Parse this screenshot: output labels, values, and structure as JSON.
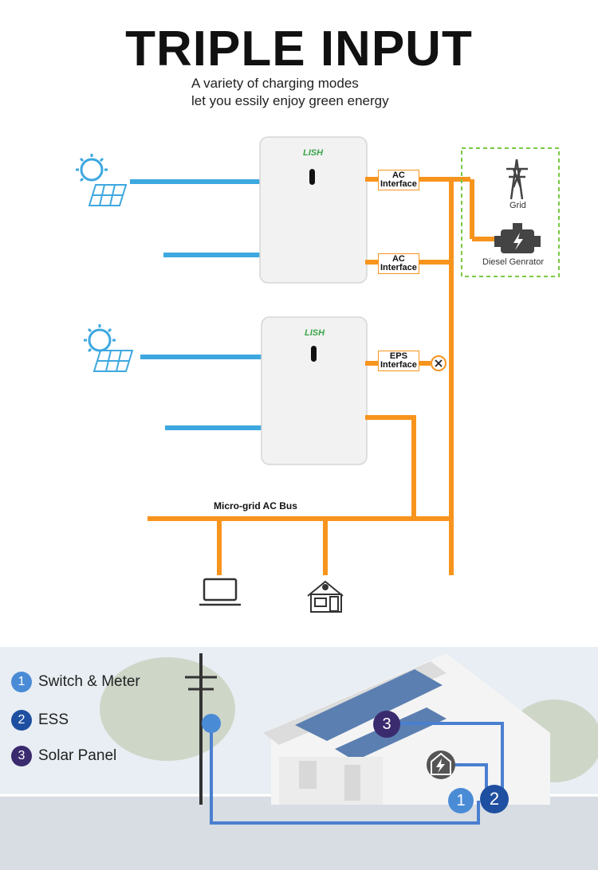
{
  "header": {
    "title": "TRIPLE INPUT",
    "subtitle_line1": "A variety of charging modes",
    "subtitle_line2": "let you essily enjoy green energy"
  },
  "diagram": {
    "battery_brand": "LISH",
    "labels": {
      "ac_interface_1_a": "AC",
      "ac_interface_1_b": "Interface",
      "ac_interface_2_a": "AC",
      "ac_interface_2_b": "Interface",
      "eps_interface_a": "EPS",
      "eps_interface_b": "Interface",
      "grid": "Grid",
      "diesel": "Diesel Genrator",
      "bus": "Micro-grid AC Bus"
    },
    "colors": {
      "solar_line": "#3da8e0",
      "ac_line": "#f7941d",
      "grid_box": "#7ac943"
    }
  },
  "legend": [
    {
      "num": "1",
      "label": "Switch & Meter",
      "color": "#4a8bd6"
    },
    {
      "num": "2",
      "label": "ESS",
      "color": "#1f4fa0"
    },
    {
      "num": "3",
      "label": "Solar Panel",
      "color": "#3a2a6e"
    }
  ],
  "house_markers": {
    "m1": "1",
    "m2": "2",
    "m3": "3"
  }
}
